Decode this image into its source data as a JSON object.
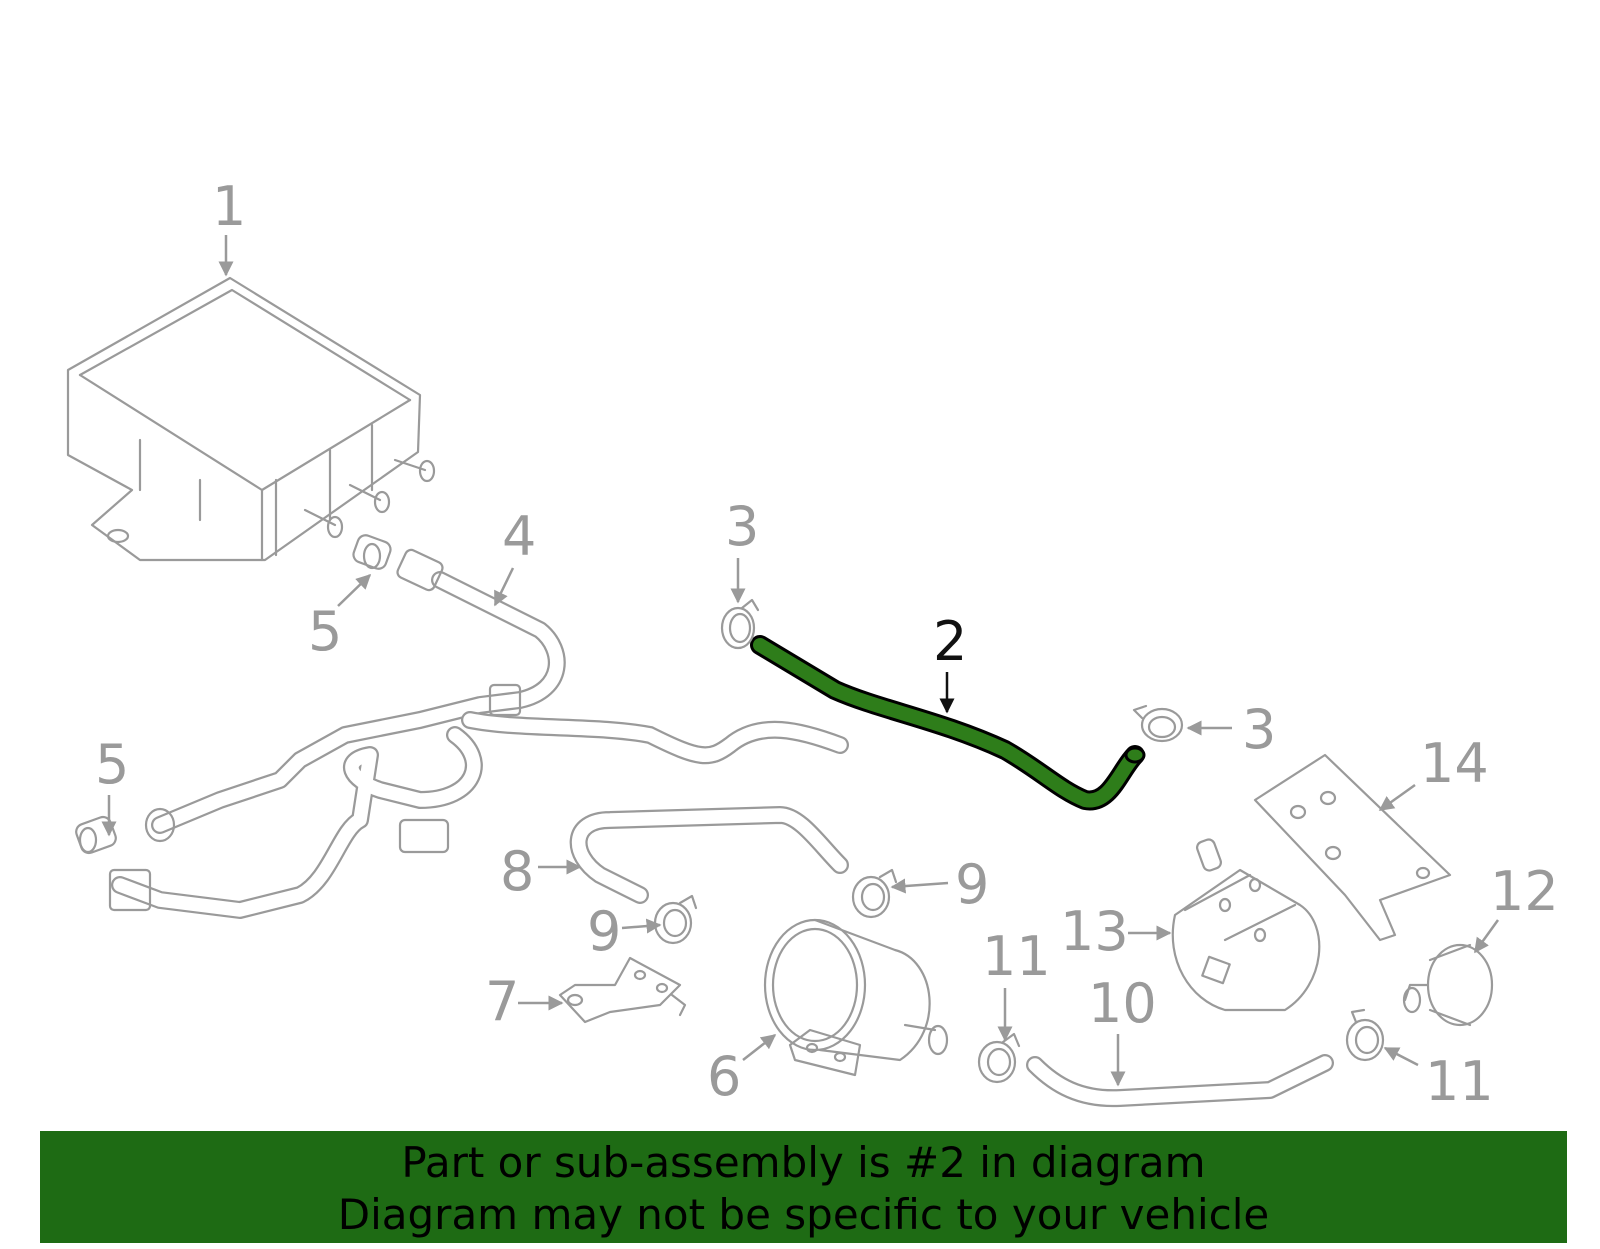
{
  "diagram": {
    "highlighted_part": "2",
    "callouts": [
      "1",
      "2",
      "3",
      "3",
      "4",
      "5",
      "5",
      "6",
      "7",
      "8",
      "9",
      "9",
      "10",
      "11",
      "11",
      "12",
      "13",
      "14"
    ],
    "colors": {
      "part_line": "#9a9a9a",
      "highlight_fill": "#2e7d1a",
      "highlight_label": "#111111",
      "banner_bg": "#1e6b14"
    }
  },
  "banner": {
    "line1": "Part or sub-assembly is #2 in diagram",
    "line2": "Diagram may not be specific to your vehicle"
  }
}
